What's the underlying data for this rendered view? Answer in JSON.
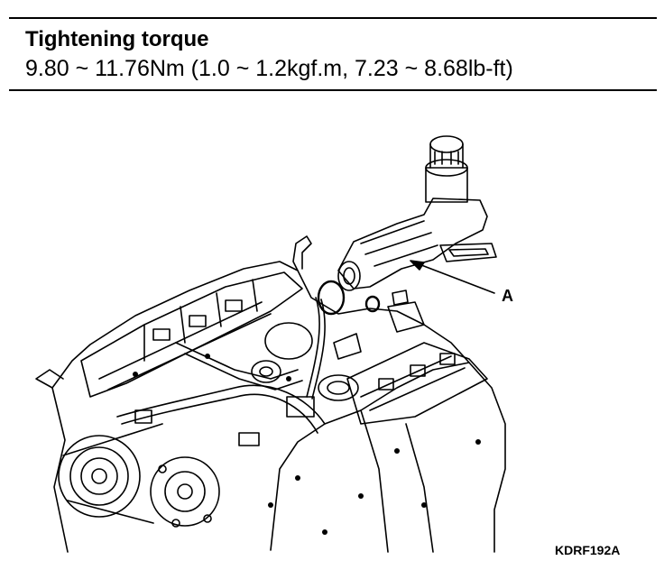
{
  "header": {
    "title": "Tightening torque",
    "spec": "9.80 ~ 11.76Nm (1.0 ~ 1.2kgf.m, 7.23 ~ 8.68lb-ft)"
  },
  "diagram": {
    "callout": "A",
    "figure_code": "KDRF192A"
  }
}
